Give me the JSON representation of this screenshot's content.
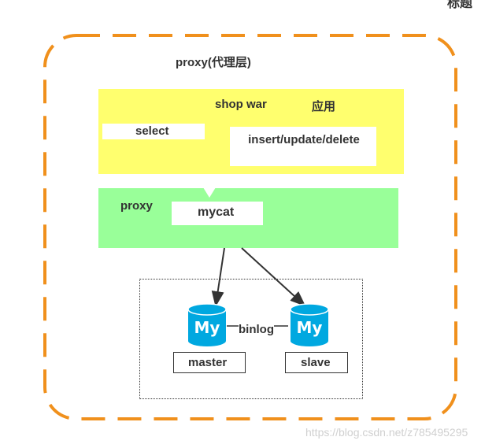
{
  "corner_text": "标题",
  "outer_layer": {
    "label": "proxy(代理层)"
  },
  "app_layer": {
    "name": "shop war",
    "role": "应用",
    "select_label": "select",
    "write_label": "insert/update/delete"
  },
  "proxy_layer": {
    "label": "proxy",
    "middleware": "mycat"
  },
  "database": {
    "master_label": "master",
    "slave_label": "slave",
    "replication_label": "binlog",
    "icon_text": "My"
  },
  "colors": {
    "outer_dash": "#f0901c",
    "app_band": "#ffff66",
    "proxy_band": "#99ff99",
    "db_icon": "#00a8e0"
  },
  "icons": [
    "mysql-database-icon",
    "mysql-database-icon"
  ],
  "watermark": "https://blog.csdn.net/z785495295"
}
